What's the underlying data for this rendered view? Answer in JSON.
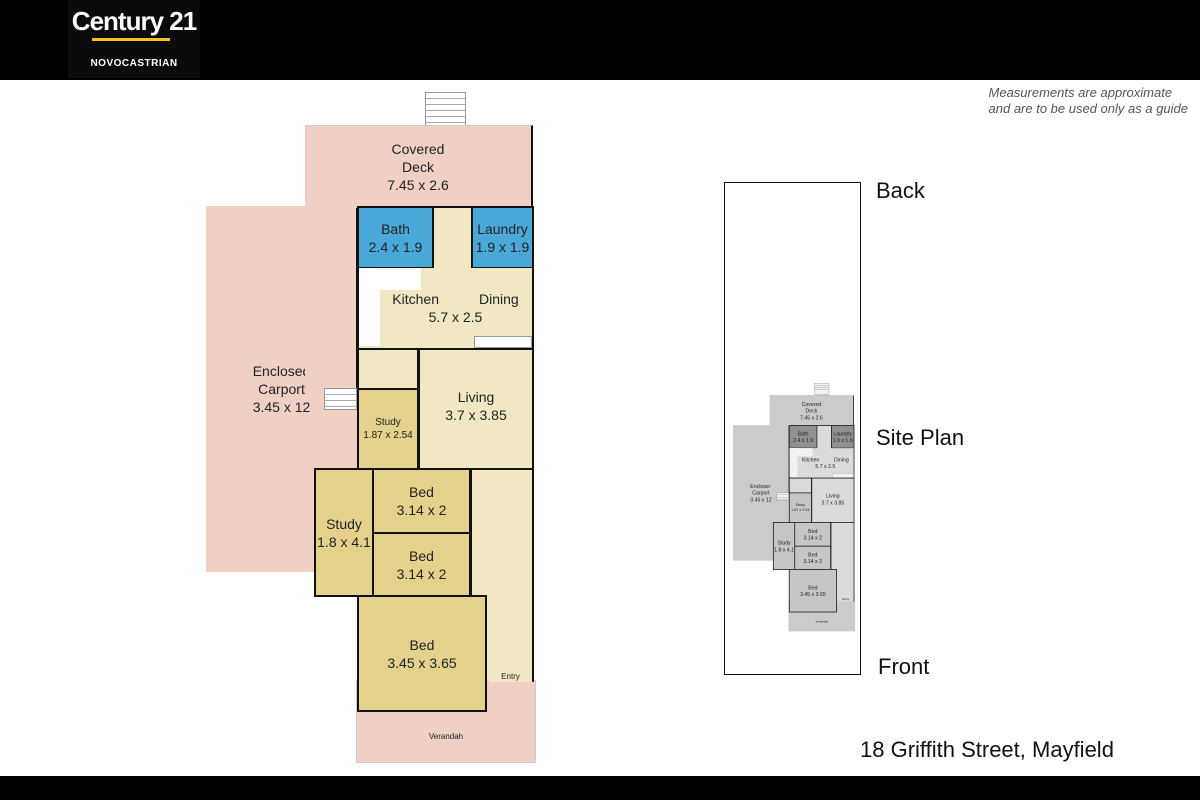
{
  "header": {
    "brand": "Century 21",
    "brand_sub": "NOVOCASTRIAN"
  },
  "disclaimer": [
    "Measurements are approximate",
    "and are to be used only as a guide"
  ],
  "rooms": {
    "deck": {
      "name": "Covered",
      "name2": "Deck",
      "size": "7.45 x 2.6"
    },
    "carport": {
      "name": "Enclosed",
      "name2": "Carport",
      "size": "3.45 x 12"
    },
    "bath": {
      "name": "Bath",
      "size": "2.4 x 1.9"
    },
    "laundry": {
      "name": "Laundry",
      "size": "1.9 x 1.9"
    },
    "kitchen": {
      "name": "Kitchen",
      "name2": "Dining",
      "size": "5.7 x 2.5"
    },
    "living": {
      "name": "Living",
      "size": "3.7 x 3.85"
    },
    "study_small": {
      "name": "Study",
      "size": "1.87 x 2.54"
    },
    "study_big": {
      "name": "Study",
      "size": "1.8 x 4.1"
    },
    "bed1": {
      "name": "Bed",
      "size": "3.14 x 2"
    },
    "bed2": {
      "name": "Bed",
      "size": "3.14 x 2"
    },
    "bed3": {
      "name": "Bed",
      "size": "3.45 x 3.65"
    },
    "verandah": {
      "name": "Verandah"
    },
    "entry": {
      "name": "Entry"
    }
  },
  "site_plan": {
    "back": "Back",
    "title": "Site Plan",
    "front": "Front"
  },
  "address": "18 Griffith Street, Mayfield",
  "colors": {
    "deck": "#f0d0c4",
    "wet": "#4aa8d8",
    "living": "#f1e7c3",
    "bedroom": "#e4d28c"
  }
}
